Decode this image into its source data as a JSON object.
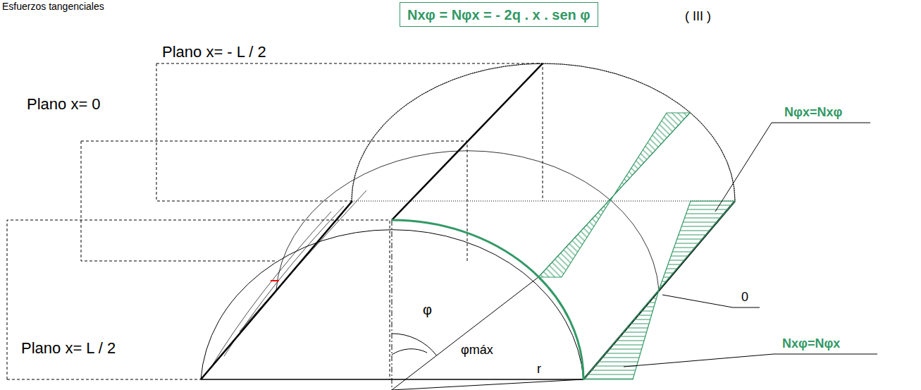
{
  "diagram": {
    "title": "Esfuerzos tangenciales",
    "nodes": [
      {
        "text": [
          "Nxφ = Nφx = - 2q . x . sen φ"
        ]
      }
    ],
    "labels": [
      "( III )",
      "Plano x= - L / 2",
      "Plano x= 0",
      "Plano x= L / 2",
      "φ",
      "φmáx",
      "r",
      "Nφx=Nxφ",
      "0",
      "Nxφ=Nφx"
    ]
  }
}
